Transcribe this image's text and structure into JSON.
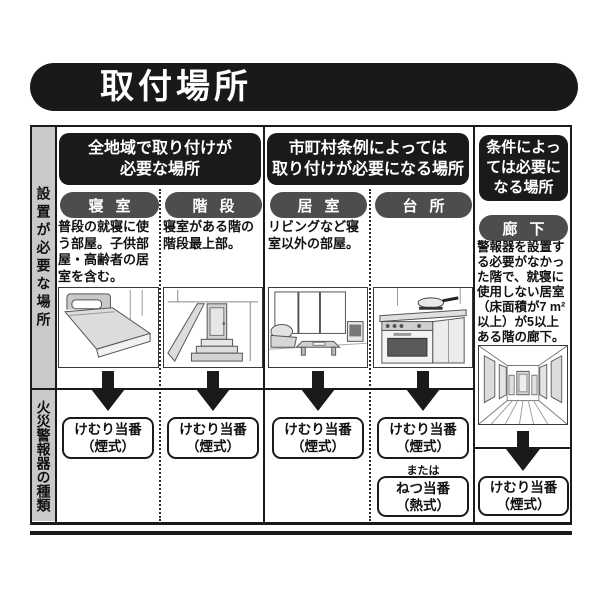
{
  "title": "取付場所",
  "row_labels": {
    "top": "設置が必要な場所",
    "bottom": "火災警報器の種類"
  },
  "groups": [
    {
      "header": "全地域で取り付けが\n必要な場所"
    },
    {
      "header": "市町村条例によっては\n取り付けが必要になる場所"
    },
    {
      "header": "条件によっ\nては必要に\nなる場所"
    }
  ],
  "columns": [
    {
      "name": "寝室",
      "description": "普段の就寝に使う部屋。子供部屋・高齢者の居室を含む。",
      "illustration": "bedroom",
      "alarms": [
        "けむり当番\n（煙式）"
      ]
    },
    {
      "name": "階段",
      "description": "寝室がある階の階段最上部。",
      "illustration": "staircase",
      "alarms": [
        "けむり当番\n（煙式）"
      ]
    },
    {
      "name": "居室",
      "description": "リビングなど寝室以外の部屋。",
      "illustration": "living-room",
      "alarms": [
        "けむり当番\n（煙式）"
      ]
    },
    {
      "name": "台所",
      "description": "",
      "illustration": "kitchen",
      "alarms": [
        "けむり当番\n（煙式）",
        "ねつ当番\n（熱式）"
      ],
      "alarm_separator": "または"
    },
    {
      "name": "廊下",
      "description": "警報器を設置する必要がなかった階で、就寝に使用しない居室（床面積が7 m²以上）が5以上ある階の廊下。",
      "illustration": "corridor",
      "alarms": [
        "けむり当番\n（煙式）"
      ]
    }
  ],
  "colors": {
    "header_black": "#1a1a1a",
    "pill_gray": "#4d4d4d",
    "row_label_bg": "#c9c9c9",
    "text": "#111111",
    "background": "#ffffff"
  }
}
